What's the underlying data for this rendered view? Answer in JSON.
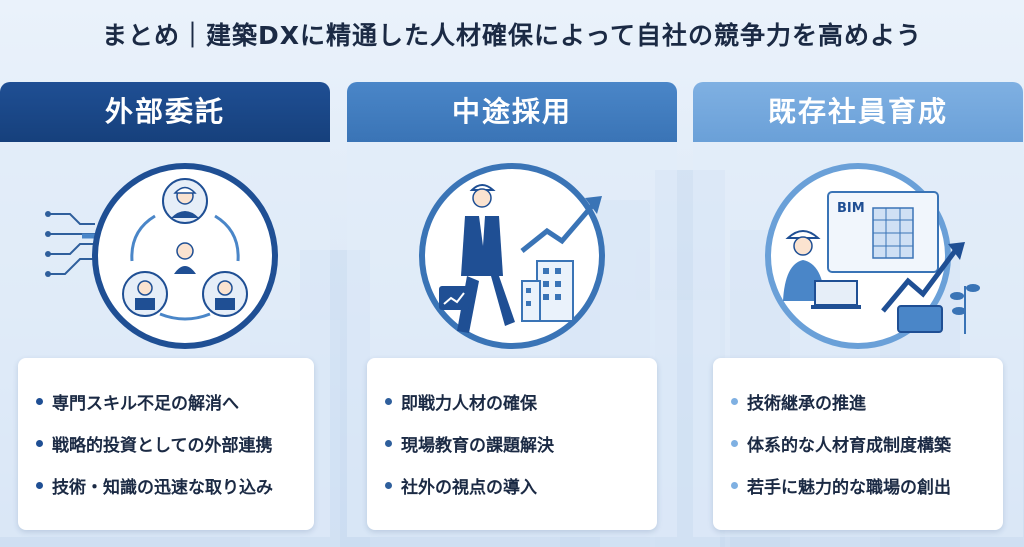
{
  "title": "まとめ｜建築DXに精通した人材確保によって自社の競争力を高めよう",
  "columns": [
    {
      "heading": "外部委託",
      "bullets": [
        "専門スキル不足の解消へ",
        "戦略的投資としての外部連携",
        "技術・知識の迅速な取り込み"
      ]
    },
    {
      "heading": "中途採用",
      "bullets": [
        "即戦力人材の確保",
        "現場教育の課題解決",
        "社外の視点の導入"
      ]
    },
    {
      "heading": "既存社員育成",
      "bullets": [
        "技術継承の推進",
        "体系的な人材育成制度構築",
        "若手に魅力的な職場の創出"
      ]
    }
  ],
  "illustration": {
    "screen_label": "BIM"
  },
  "colors": {
    "navy": "#1f4f94",
    "mid_blue": "#4a86c8",
    "light_blue": "#7fb0e2",
    "text": "#1b2a44"
  }
}
